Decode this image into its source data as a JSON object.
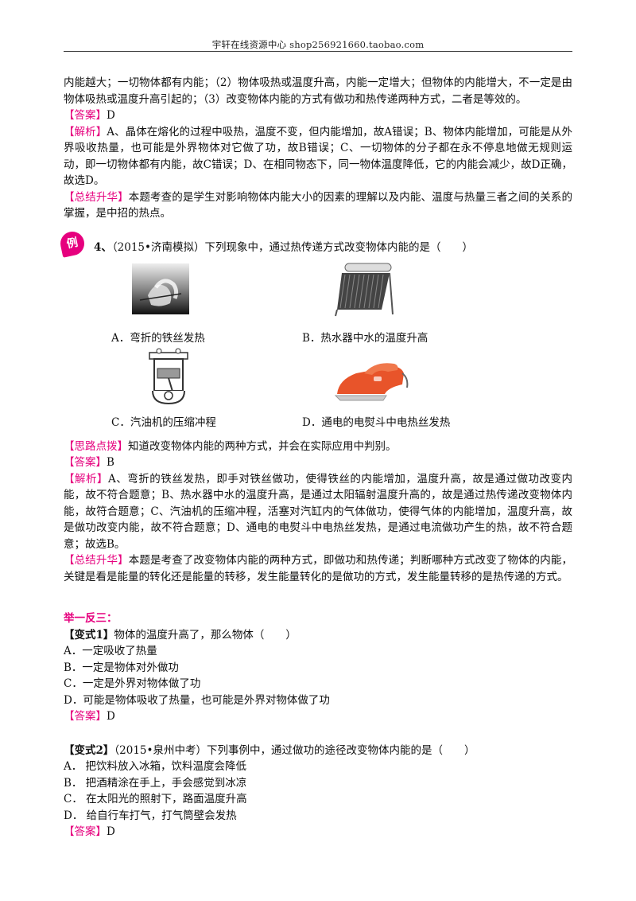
{
  "header": {
    "text": "宇轩在线资源中心   shop256921660.taobao.com"
  },
  "prev": {
    "continuation": "内能越大；一切物体都有内能；（2）物体吸热或温度升高，内能一定增大；但物体的内能增大，不一定是由物体吸热或温度升高引起的；（3）改变物体内能的方式有做功和热传递两种方式，二者是等效的。",
    "answer_tag": "【答案】",
    "answer": "D",
    "analysis_tag": "【解析】",
    "analysis": "A、晶体在熔化的过程中吸热，温度不变，但内能增加，故A错误；B、物体内能增加，可能是从外界吸收热量，也可能是外界物体对它做了功，故B错误；C、一切物体的分子都在永不停息地做无规则运动，即一切物体都有内能，故C错误；D、在相同物态下，同一物体温度降低，它的内能会减少，故D正确，故选D。",
    "summary_tag": "【总结升华】",
    "summary": "本题考查的是学生对影响物体内能大小的因素的理解以及内能、温度与热量三者之间的关系的掌握，是中招的热点。"
  },
  "example4": {
    "badge": "例",
    "number": "4、",
    "question": "（2015•济南模拟）下列现象中，通过热传递方式改变物体内能的是（　　）",
    "options": {
      "a": "A．弯折的铁丝发热",
      "b": "B．热水器中水的温度升高",
      "c": "C．汽油机的压缩冲程",
      "d": "D．通电的电熨斗中电热丝发热"
    },
    "hint_tag": "【思路点拨】",
    "hint": "知道改变物体内能的两种方式，并会在实际应用中判别。",
    "answer_tag": "【答案】",
    "answer": "B",
    "analysis_tag": "【解析】",
    "analysis": "A、弯折的铁丝发热，即手对铁丝做功，使得铁丝的内能增加，温度升高，故是通过做功改变内能，故不符合题意；B、热水器中水的温度升高，是通过太阳辐射温度升高的，故是通过热传递改变物体内能，故符合题意；C、汽油机的压缩冲程，活塞对汽缸内的气体做功，使得气体的内能增加，温度升高，故是做功改变内能，故不符合题意；D、通电的电熨斗中电热丝发热，是通过电流做功产生的热，故不符合题意；故选B。",
    "summary_tag": "【总结升华】",
    "summary": "本题是考查了改变物体内能的两种方式，即做功和热传递；判断哪种方式改变了物体的内能，关键是看是能量的转化还是能量的转移，发生能量转化的是做功的方式，发生能量转移的是热传递的方式。"
  },
  "practice": {
    "title": "举一反三：",
    "v1": {
      "label": "【变式1】",
      "question": "物体的温度升高了，那么物体（　　）",
      "options": [
        "A．一定吸收了热量",
        "B．一定是物体对外做功",
        "C．一定是外界对物体做了功",
        "D．可能是物体吸收了热量，也可能是外界对物体做了功"
      ],
      "answer_tag": "【答案】",
      "answer": "D"
    },
    "v2": {
      "label": "【变式2】",
      "question": "（2015•泉州中考）下列事例中，通过做功的途径改变物体内能的是（　　）",
      "options": [
        "A． 把饮料放入冰箱，饮料温度会降低",
        "B． 把酒精涂在手上，手会感觉到冰凉",
        "C． 在太阳光的照射下，路面温度升高",
        "D． 给自行车打气，打气筒壁会发热"
      ],
      "answer_tag": "【答案】",
      "answer": "D"
    }
  }
}
